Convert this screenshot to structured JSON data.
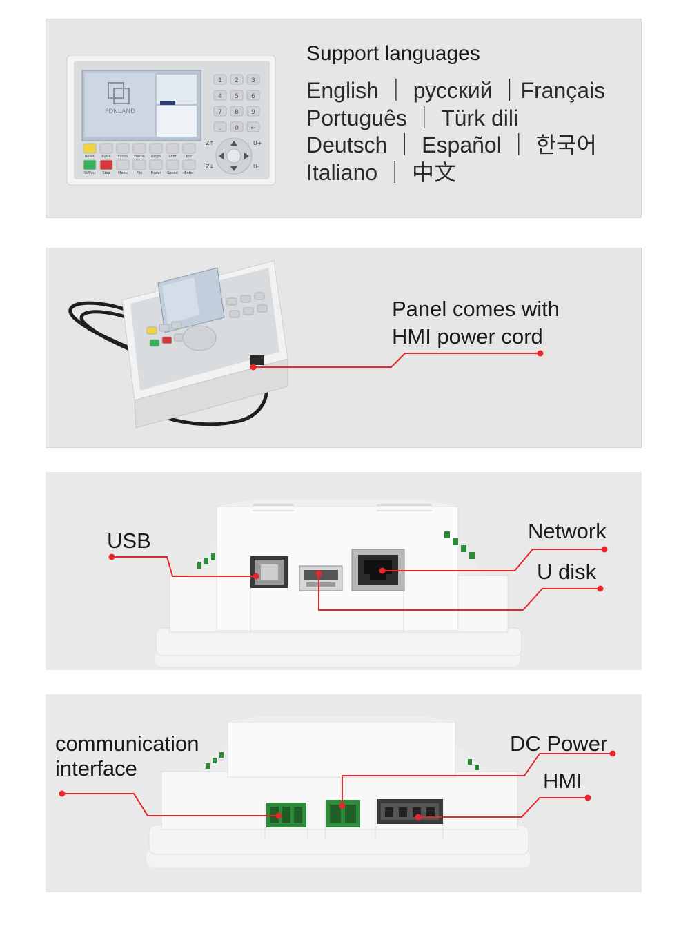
{
  "languages": {
    "title": "Support languages",
    "lines": [
      "English ｜ русский ｜Français",
      "Português ｜ Türk dili",
      "Deutsch ｜ Español ｜ 한국어",
      "Italiano ｜ 中文"
    ]
  },
  "panel_device": {
    "logo_text": "FONLAND",
    "keypad_numbers": [
      "1",
      "2",
      "3",
      "4",
      "5",
      "6",
      "7",
      "8",
      "9",
      ".",
      "0",
      "←"
    ],
    "function_keys_row1": [
      "Reset",
      "Pulse",
      "Focus",
      "Frame",
      "Origin",
      "Shift",
      "Esc"
    ],
    "function_keys_row2": [
      "St/Pau",
      "Stop",
      "Menu",
      "File",
      "Power",
      "Speed",
      "Enter"
    ],
    "axis_keys": [
      "Z↑",
      "Z↓",
      "U+",
      "U-"
    ]
  },
  "cord": {
    "caption_line1": "Panel comes with",
    "caption_line2": "HMI power cord"
  },
  "ports_top": {
    "usb": "USB",
    "network": "Network",
    "udisk": "U disk"
  },
  "ports_bottom": {
    "comm_line1": "communication",
    "comm_line2": "interface",
    "dc_power": "DC Power",
    "hmi": "HMI"
  },
  "colors": {
    "accent_line": "#e8262b",
    "panel_bg": "#e6e6e6",
    "connector_green": "#2e8b3a"
  }
}
